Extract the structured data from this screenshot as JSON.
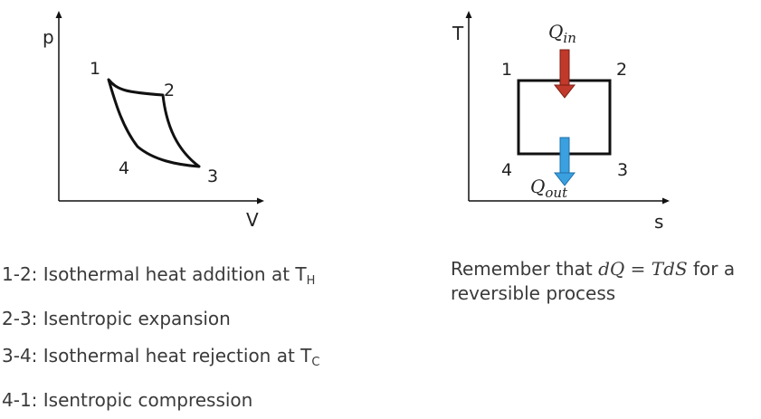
{
  "pv_diagram": {
    "y_axis_label": "p",
    "x_axis_label": "V",
    "points": {
      "p1": "1",
      "p2": "2",
      "p3": "3",
      "p4": "4"
    }
  },
  "ts_diagram": {
    "y_axis_label": "T",
    "x_axis_label": "s",
    "points": {
      "p1": "1",
      "p2": "2",
      "p3": "3",
      "p4": "4"
    },
    "q_in": {
      "base": "Q",
      "sub": "in",
      "arrow_color": "#c0392b"
    },
    "q_out": {
      "base": "Q",
      "sub": "out",
      "arrow_color": "#3aa0e0"
    }
  },
  "processes": [
    {
      "text": "1-2: Isothermal heat addition at T",
      "sub": "H"
    },
    {
      "text": "2-3: Isentropic expansion",
      "sub": ""
    },
    {
      "text": "3-4: Isothermal heat rejection at T",
      "sub": "C"
    },
    {
      "text": "4-1: Isentropic compression",
      "sub": ""
    }
  ],
  "note": {
    "prefix": "Remember that ",
    "equation": "dQ = TdS",
    "suffix": " for a",
    "line2": "reversible process"
  }
}
